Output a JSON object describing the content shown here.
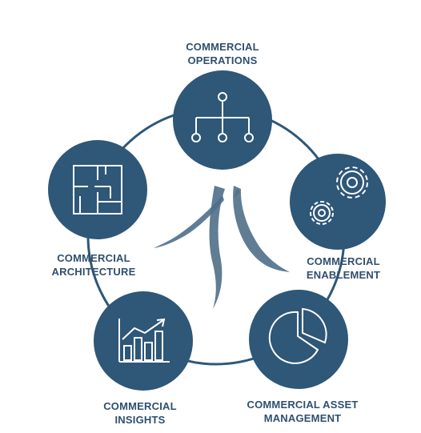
{
  "colors": {
    "node_fill": "#2e5778",
    "ring": "#2e5778",
    "label_text": "#2f4f6f",
    "icon_stroke": "#ffffff"
  },
  "nodes": [
    {
      "id": "operations",
      "line1": "COMMERCIAL",
      "line2": "OPERATIONS",
      "icon": "org-chart-icon"
    },
    {
      "id": "enablement",
      "line1": "COMMERCIAL",
      "line2": "ENABLEMENT",
      "icon": "gears-icon"
    },
    {
      "id": "asset-management",
      "line1": "COMMERCIAL ASSET",
      "line2": "MANAGEMENT",
      "icon": "pie-chart-icon"
    },
    {
      "id": "insights",
      "line1": "COMMERCIAL",
      "line2": "INSIGHTS",
      "icon": "bar-chart-trend-icon"
    },
    {
      "id": "architecture",
      "line1": "COMMERCIAL",
      "line2": "ARCHITECTURE",
      "icon": "floor-plan-icon"
    }
  ],
  "center_icon": "brush-stroke-arrows-icon"
}
